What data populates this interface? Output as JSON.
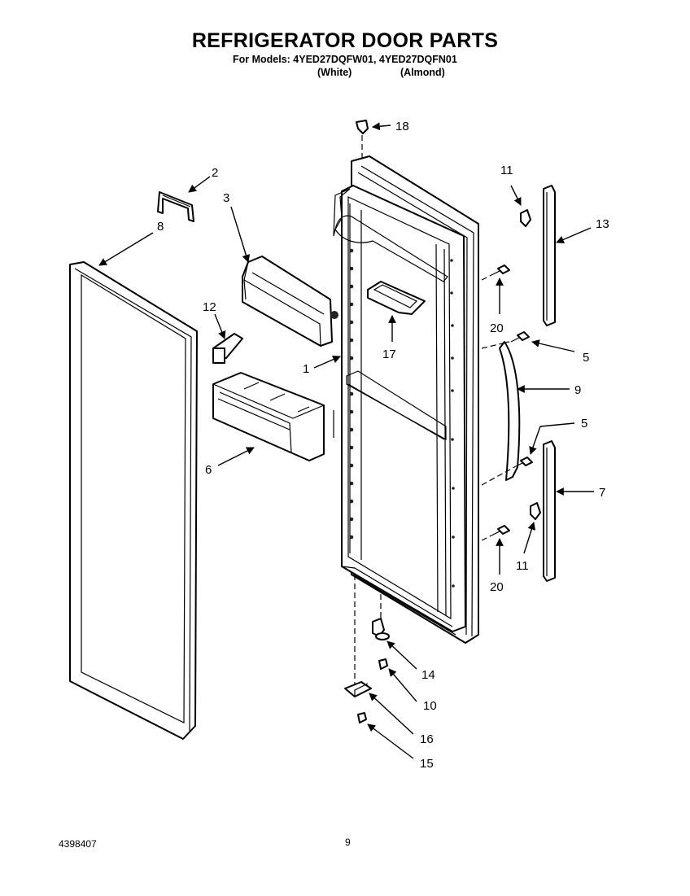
{
  "header": {
    "title": "REFRIGERATOR DOOR PARTS",
    "models_line": "For Models: 4YED27DQFW01, 4YED27DQFN01",
    "variant_white": "(White)",
    "variant_almond": "(Almond)"
  },
  "callouts": {
    "c1": "1",
    "c2": "2",
    "c3": "3",
    "c5a": "5",
    "c5b": "5",
    "c6": "6",
    "c7": "7",
    "c8": "8",
    "c9": "9",
    "c10": "10",
    "c11a": "11",
    "c11b": "11",
    "c12": "12",
    "c13": "13",
    "c14": "14",
    "c15": "15",
    "c16": "16",
    "c17": "17",
    "c18": "18",
    "c20a": "20",
    "c20b": "20"
  },
  "footer": {
    "doc_number": "4398407",
    "page_number": "9"
  }
}
